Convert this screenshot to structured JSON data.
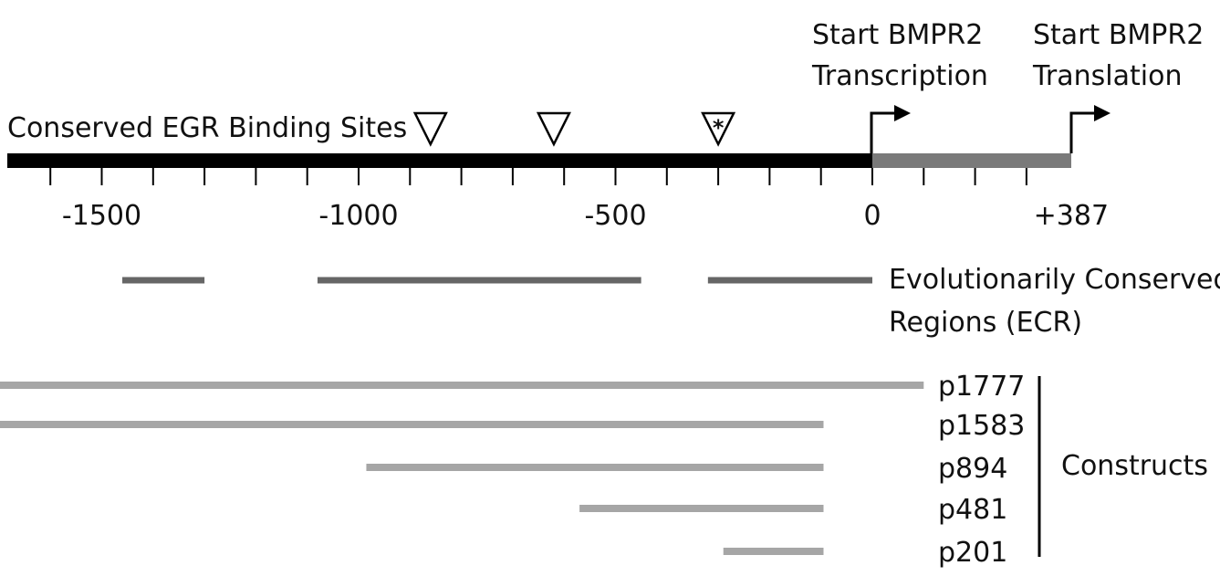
{
  "diagram": {
    "promoter": {
      "label": "Conserved EGR Binding Sites",
      "start": -1777,
      "tss": 0,
      "end": 387
    },
    "markers": {
      "transcription": {
        "line1": "Start BMPR2",
        "line2": "Transcription",
        "position": 0
      },
      "translation": {
        "line1": "Start BMPR2",
        "line2": "Translation",
        "position": 387
      }
    },
    "ticks": [
      "-1500",
      "-1000",
      "-500",
      "0",
      "+387"
    ],
    "egr_sites": [
      {
        "position": -860,
        "asterisk": ""
      },
      {
        "position": -620,
        "asterisk": ""
      },
      {
        "position": -300,
        "asterisk": "*"
      }
    ],
    "ecr": {
      "line1": "Evolutionarily Conserved",
      "line2": "Regions (ECR)",
      "regions": [
        {
          "start": -1460,
          "end": -1300
        },
        {
          "start": -1080,
          "end": -450
        },
        {
          "start": -320,
          "end": 0
        }
      ]
    },
    "constructs": {
      "label": "Constructs",
      "items": [
        {
          "name": "p1777",
          "start": -1777,
          "end": 100
        },
        {
          "name": "p1583",
          "start": -1777,
          "end": -95
        },
        {
          "name": "p894",
          "start": -985,
          "end": -95
        },
        {
          "name": "p481",
          "start": -570,
          "end": -95
        },
        {
          "name": "p201",
          "start": -290,
          "end": -95
        }
      ]
    },
    "colors": {
      "promoter": "#000000",
      "transcript": "#7a7a7a",
      "ecr": "#666666",
      "construct": "#a6a6a6"
    }
  }
}
